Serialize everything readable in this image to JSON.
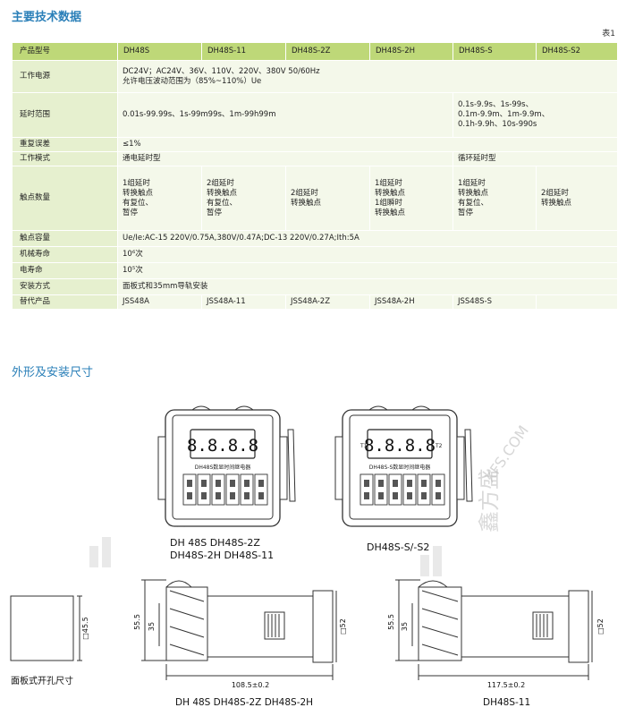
{
  "section1_title": "主要技术数据",
  "table_number": "表1",
  "spec_table": {
    "header": {
      "label": "产品型号",
      "models": [
        "DH48S",
        "DH48S-11",
        "DH48S-2Z",
        "DH48S-2H",
        "DH48S-S",
        "DH48S-S2"
      ]
    },
    "power": {
      "label": "工作电源",
      "line1": "DC24V；AC24V、36V、110V、220V、380V 50/60Hz",
      "line2": "允许电压波动范围为（85%~110%）Ue"
    },
    "delay": {
      "label": "延时范围",
      "main": "0.01s-99.99s、1s-99m99s、1m-99h99m",
      "s_line1": "0.1s-9.9s、1s-99s、",
      "s_line2": "0.1m-9.9m、1m-9.9m、",
      "s_line3": "0.1h-9.9h、10s-990s"
    },
    "repeat": {
      "label": "重复误差",
      "value": "≤1%"
    },
    "mode": {
      "label": "工作模式",
      "value_main": "通电延时型",
      "value_s": "循环延时型"
    },
    "contacts": {
      "label": "触点数量",
      "c1": [
        "1组延时",
        "转换触点",
        "有复位、",
        "暂停"
      ],
      "c2": [
        "2组延时",
        "转换触点",
        "有复位、",
        "暂停"
      ],
      "c3": [
        "2组延时",
        "转换触点"
      ],
      "c4": [
        "1组延时",
        "转换触点",
        "1组瞬时",
        "转换触点"
      ],
      "c5": [
        "1组延时",
        "转换触点",
        "有复位、",
        "暂停"
      ],
      "c6": [
        "2组延时",
        "转换触点"
      ]
    },
    "capacity": {
      "label": "触点容量",
      "value": "Ue/Ie:AC-15 220V/0.75A,380V/0.47A;DC-13 220V/0.27A;Ith:5A"
    },
    "mech_life": {
      "label": "机械寿命",
      "value": "10⁶次"
    },
    "elec_life": {
      "label": "电寿命",
      "value": "10⁵次"
    },
    "install": {
      "label": "安装方式",
      "value": "面板式和35mm导轨安装"
    },
    "replace": {
      "label": "替代产品",
      "values": [
        "JSS48A",
        "JSS48A-11",
        "JSS48A-2Z",
        "JSS48A-2H",
        "JSS48S-S"
      ]
    }
  },
  "section2_title": "外形及安装尺寸",
  "drawings": {
    "front_left_caption_1": "DH 48S    DH48S-2Z",
    "front_left_caption_2": "DH48S-2H   DH48S-11",
    "front_right_caption": "DH48S-S/-S2",
    "front_left_label": "DH48S数显时间继电器",
    "front_right_label": "DH48S-S数显时间继电器",
    "display_digits": "8.8.8.8",
    "t1": "T1",
    "t2": "T2",
    "cutout_dim": "□45.5",
    "cutout_caption": "面板式开孔尺寸",
    "dim_55_5": "55.5",
    "dim_35": "35",
    "dim_52": "□52",
    "dim_108": "108.5±0.2",
    "dim_117": "117.5±0.2",
    "side_left_caption": "DH 48S   DH48S-2Z   DH48S-2H",
    "side_right_caption": "DH48S-11",
    "watermark_text": "XFS.COM",
    "watermark_brand": "鑫方盛"
  }
}
